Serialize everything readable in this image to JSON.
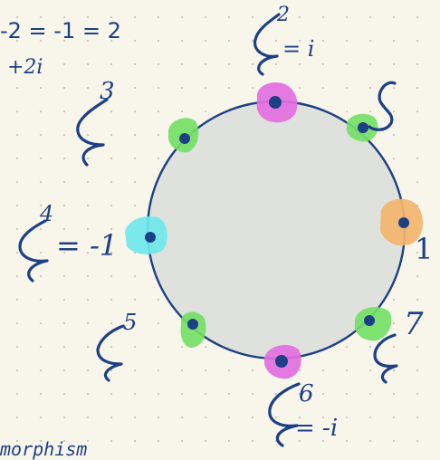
{
  "notes": {
    "line1": "-2 = -1 = 2",
    "line2": "+2i",
    "bottom_fragment": "morphism"
  },
  "circle": {
    "fill": "#dfe1dc",
    "stroke": "#1c3f86"
  },
  "roots": [
    {
      "symbol": "ζ",
      "power": "",
      "value": "1",
      "highlight": "#f2b56b"
    },
    {
      "symbol": "ζ",
      "power": "",
      "value": "",
      "highlight": "#74de65"
    },
    {
      "symbol": "ζ",
      "power": "2",
      "value": "= i",
      "highlight": "#e26fe0"
    },
    {
      "symbol": "ζ",
      "power": "3",
      "value": "",
      "highlight": "#74de65"
    },
    {
      "symbol": "ζ",
      "power": "4",
      "value": "= -1",
      "highlight": "#6ee7ea"
    },
    {
      "symbol": "ζ",
      "power": "5",
      "value": "",
      "highlight": "#74de65"
    },
    {
      "symbol": "ζ",
      "power": "6",
      "value": "= -i",
      "highlight": "#e26fe0"
    },
    {
      "symbol": "ζ",
      "power": "7",
      "value": "",
      "highlight": "#74de65"
    }
  ]
}
